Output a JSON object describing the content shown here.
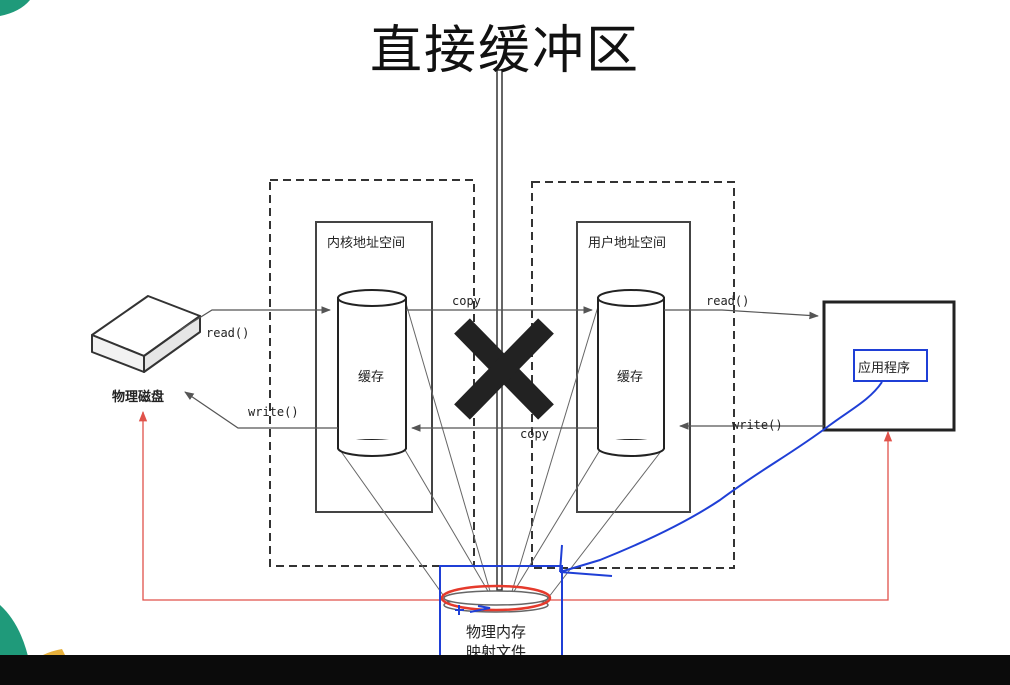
{
  "title": "直接缓冲区",
  "disk": {
    "label": "物理磁盘"
  },
  "kernel": {
    "label": "内核地址空间",
    "cache_label": "缓存"
  },
  "user": {
    "label": "用户地址空间",
    "cache_label": "缓存"
  },
  "app": {
    "label": "应用程序"
  },
  "mapped": {
    "label_line1": "物理内存",
    "label_line2": "映射文件"
  },
  "arrows": {
    "disk_read": "read()",
    "disk_write": "write()",
    "copy_top": "copy",
    "copy_bottom": "copy",
    "app_read": "read()",
    "app_write": "write()"
  },
  "colors": {
    "line": "#555555",
    "dash": "#333333",
    "red_arrow": "#e0524a",
    "annotation_blue": "#1f3fd6",
    "annotation_red": "#e53a2c",
    "cross": "#222222"
  }
}
